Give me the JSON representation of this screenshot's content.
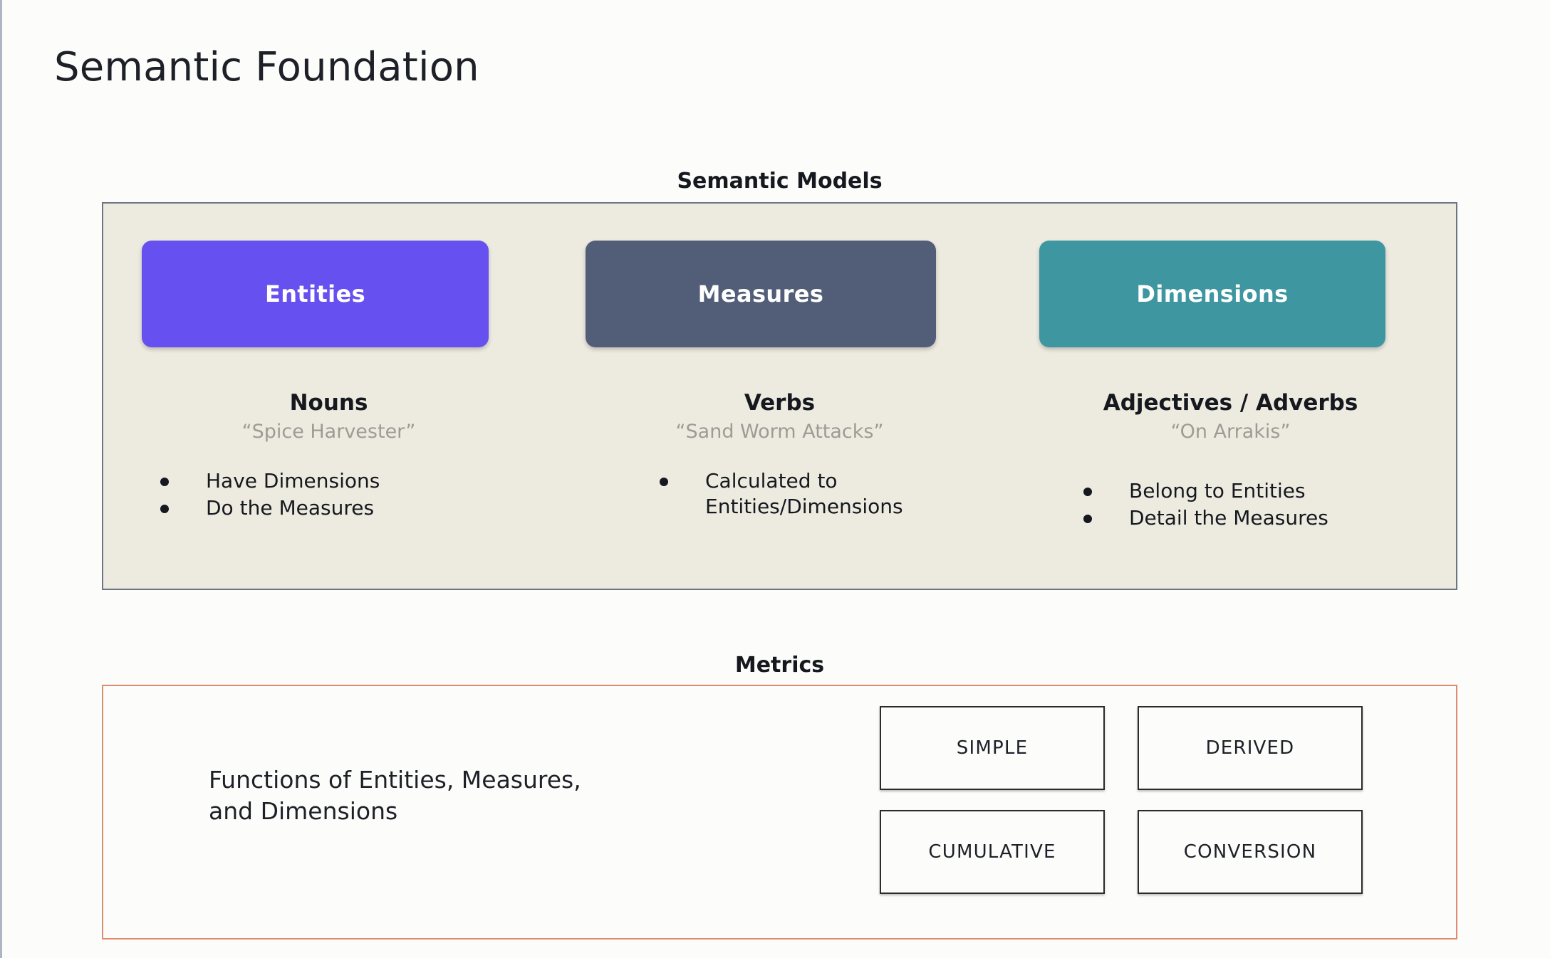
{
  "page": {
    "title": "Semantic Foundation"
  },
  "semantic_models": {
    "heading": "Semantic Models",
    "columns": [
      {
        "pill_label": "Entities",
        "pill_color": "#6750F0",
        "part_of_speech": "Nouns",
        "example": "“Spice Harvester”",
        "bullets": [
          "Have Dimensions",
          "Do the Measures"
        ]
      },
      {
        "pill_label": "Measures",
        "pill_color": "#525E78",
        "part_of_speech": "Verbs",
        "example": "“Sand Worm Attacks”",
        "bullets": [
          "Calculated to\nEntities/Dimensions"
        ]
      },
      {
        "pill_label": "Dimensions",
        "pill_color": "#3D96A0",
        "part_of_speech": "Adjectives / Adverbs",
        "example": "“On Arrakis”",
        "bullets": [
          "Belong to Entities",
          "Detail the Measures"
        ]
      }
    ]
  },
  "metrics": {
    "heading": "Metrics",
    "description": "Functions of Entities, Measures,\nand Dimensions",
    "border_color": "#E08A6E",
    "types": [
      "SIMPLE",
      "DERIVED",
      "CUMULATIVE",
      "CONVERSION"
    ]
  }
}
